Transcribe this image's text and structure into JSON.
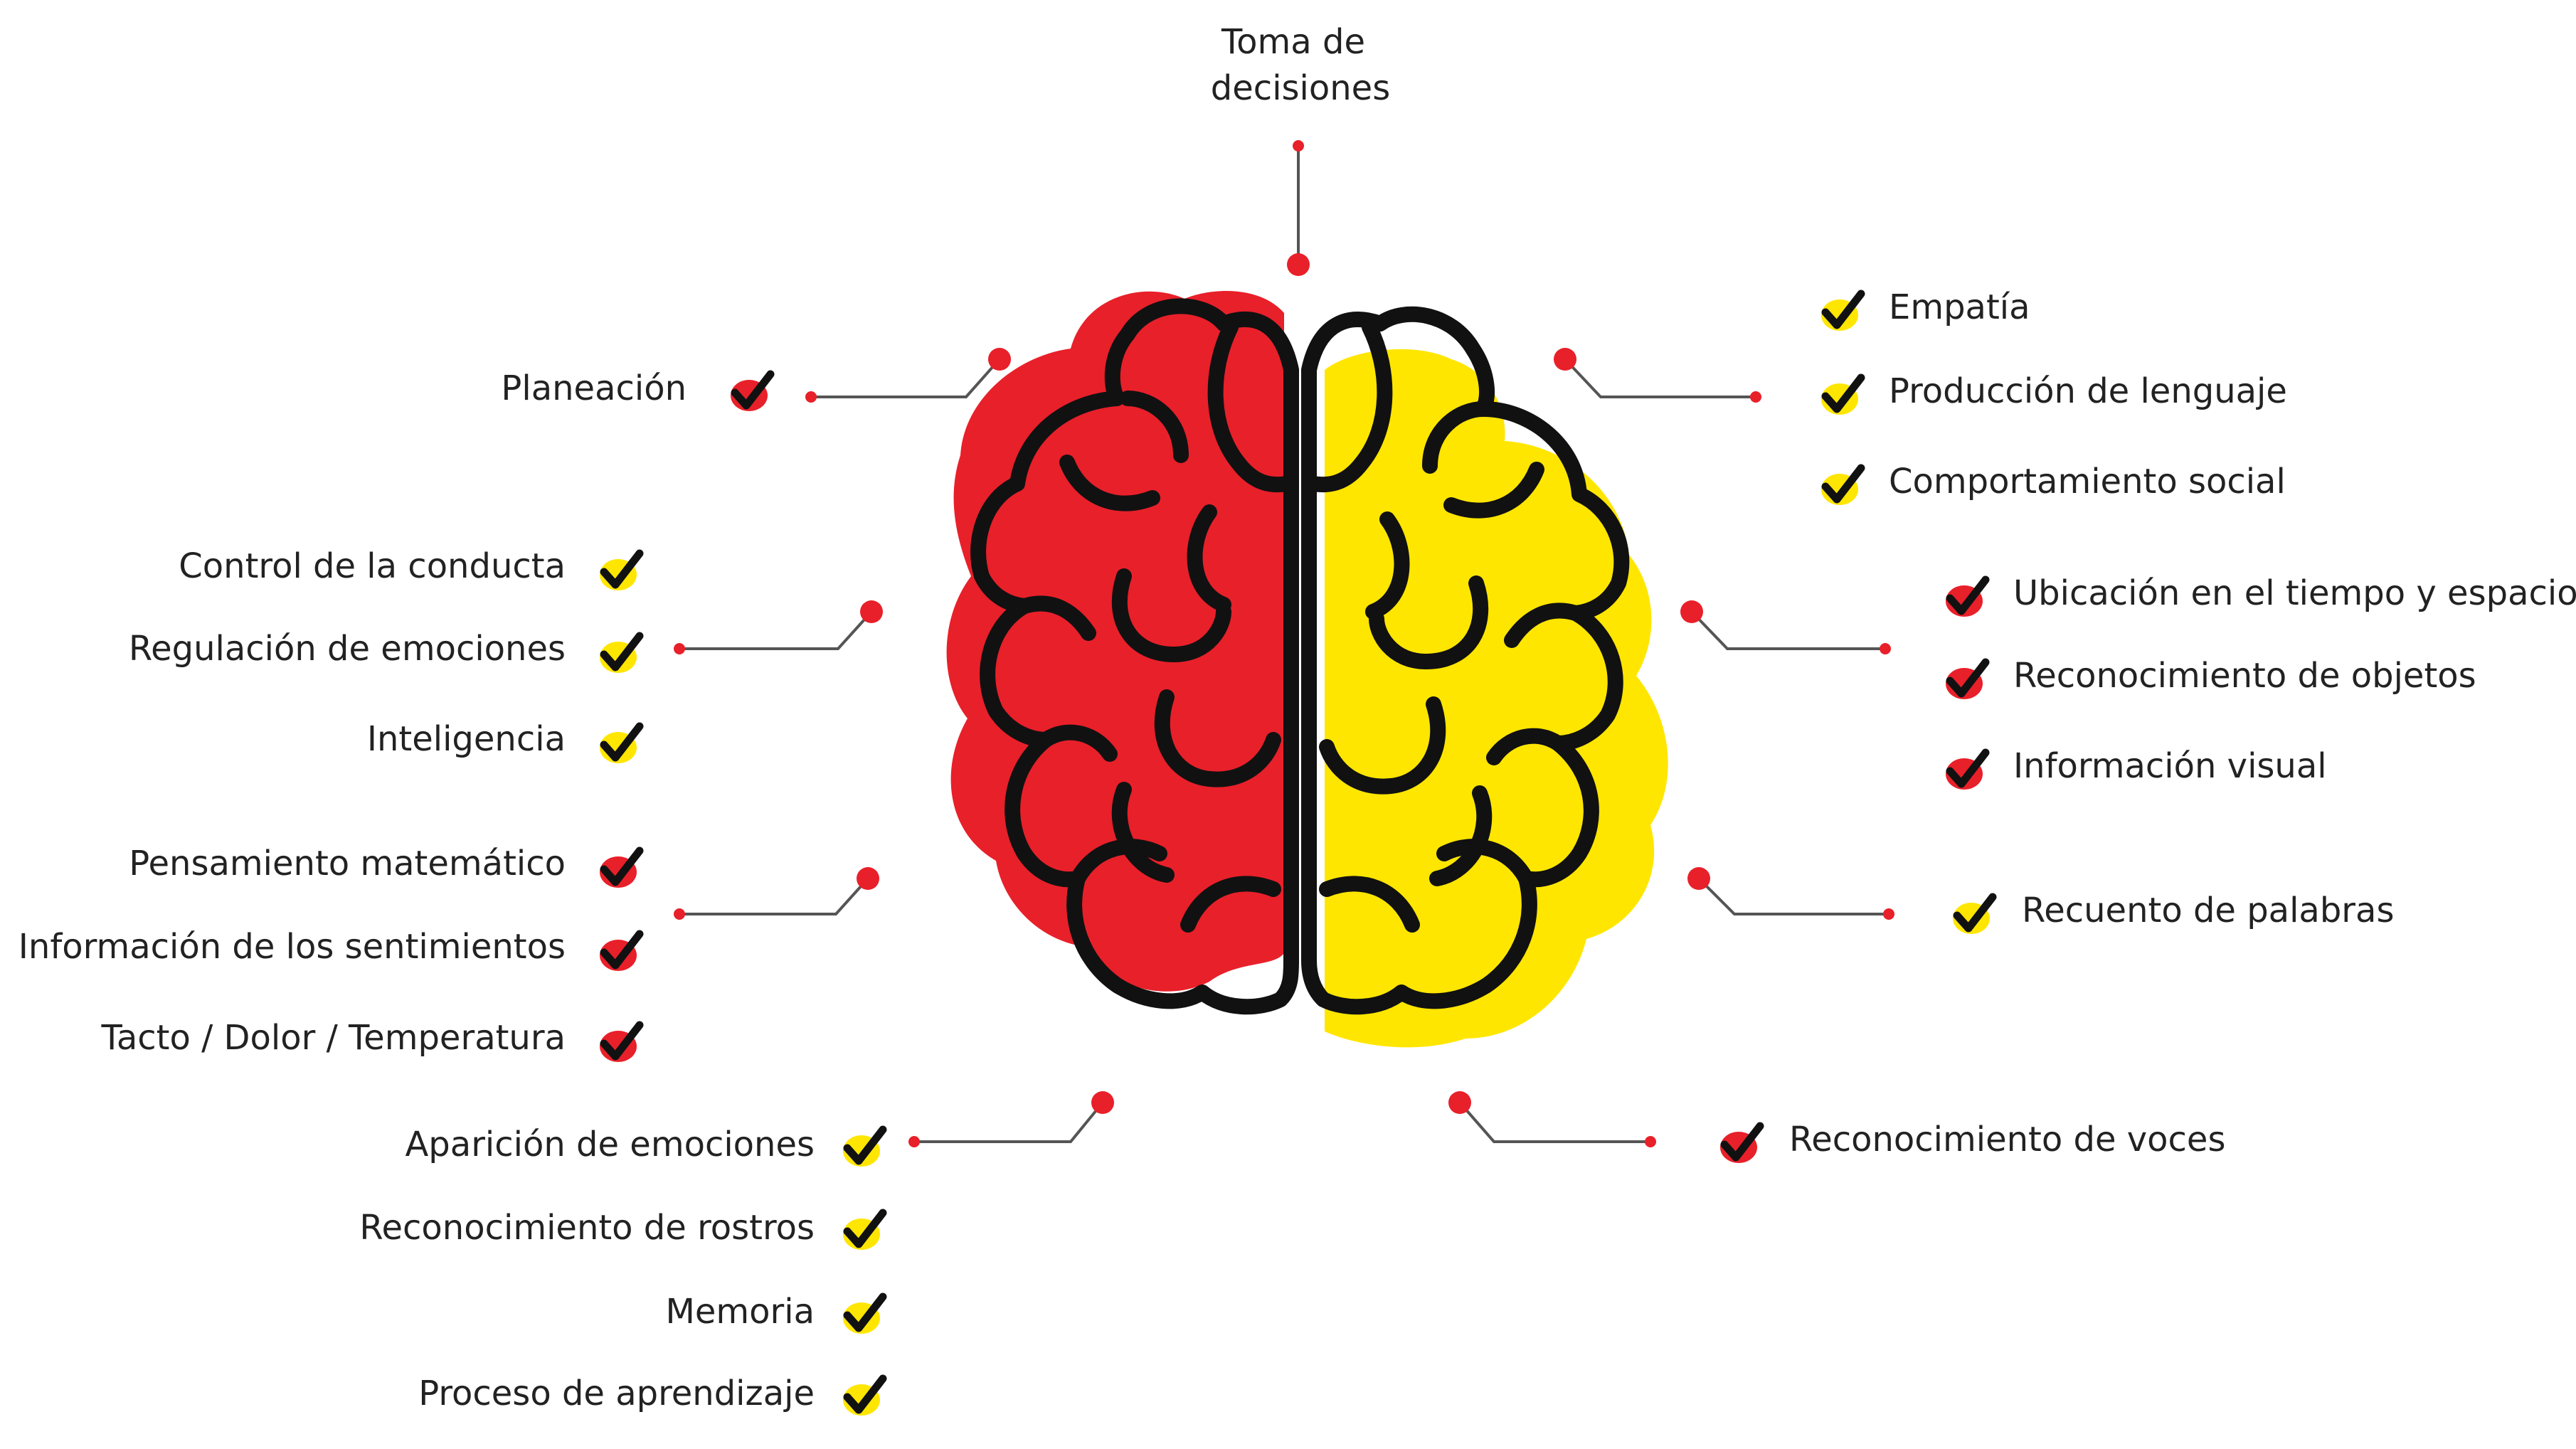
{
  "colors": {
    "left_lobe": "#e8202a",
    "right_lobe": "#ffe600",
    "outline": "#111111",
    "connector": "#555555",
    "dot": "#e8202a",
    "check": "#111111",
    "text": "#222222"
  },
  "icons": {
    "brain": "brain-icon",
    "check_red": "check-red-icon",
    "check_yellow": "check-yellow-icon"
  },
  "top": {
    "title_line1": "Toma de",
    "title_line2": "decisiones"
  },
  "left_groups": [
    {
      "items": [
        {
          "label": "Planeación",
          "check": "red"
        }
      ]
    },
    {
      "items": [
        {
          "label": "Control de la conducta",
          "check": "yellow"
        },
        {
          "label": "Regulación de emociones",
          "check": "yellow"
        },
        {
          "label": "Inteligencia",
          "check": "yellow"
        }
      ]
    },
    {
      "items": [
        {
          "label": "Pensamiento matemático",
          "check": "red"
        },
        {
          "label": "Información de los sentimientos",
          "check": "red"
        },
        {
          "label": "Tacto / Dolor / Temperatura",
          "check": "red"
        }
      ]
    },
    {
      "items": [
        {
          "label": "Aparición de emociones",
          "check": "yellow"
        },
        {
          "label": "Reconocimiento de rostros",
          "check": "yellow"
        },
        {
          "label": "Memoria",
          "check": "yellow"
        },
        {
          "label": "Proceso de aprendizaje",
          "check": "yellow"
        }
      ]
    }
  ],
  "right_groups": [
    {
      "items": [
        {
          "label": "Empatía",
          "check": "yellow"
        },
        {
          "label": "Producción de lenguaje",
          "check": "yellow"
        },
        {
          "label": "Comportamiento social",
          "check": "yellow"
        }
      ]
    },
    {
      "items": [
        {
          "label": "Ubicación en el tiempo y espacio",
          "check": "red"
        },
        {
          "label": "Reconocimiento de objetos",
          "check": "red"
        },
        {
          "label": "Información visual",
          "check": "red"
        }
      ]
    },
    {
      "items": [
        {
          "label": "Recuento de palabras",
          "check": "yellow"
        }
      ]
    },
    {
      "items": [
        {
          "label": "Reconocimiento de voces",
          "check": "red"
        }
      ]
    }
  ]
}
